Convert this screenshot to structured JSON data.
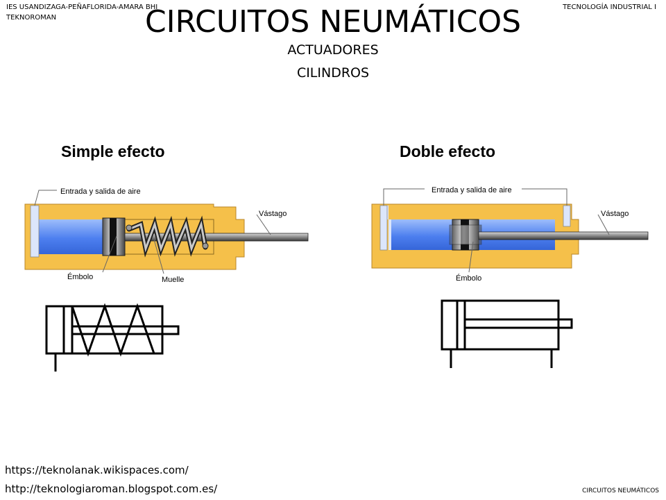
{
  "header": {
    "school_line1": "IES USANDIZAGA-PEÑAFLORIDA-AMARA BHI",
    "school_line2": "TEKNOROMAN",
    "subject": "TECNOLOGÍA INDUSTRIAL I"
  },
  "title": "CIRCUITOS NEUMÁTICOS",
  "subtitle1": "ACTUADORES",
  "subtitle2": "CILINDROS",
  "single_acting": {
    "heading": "Simple efecto",
    "label_air": "Entrada y salida de aire",
    "label_rod": "Vástago",
    "label_piston": "Émbolo",
    "label_spring": "Muelle"
  },
  "double_acting": {
    "heading": "Doble efecto",
    "label_air": "Entrada y salida de aire",
    "label_rod": "Vástago",
    "label_piston": "Émbolo"
  },
  "links": {
    "url1": "https://teknolanak.wikispaces.com/",
    "url2": "http://teknologiaroman.blogspot.com.es/"
  },
  "footer": "CIRCUITOS NEUMÁTICOS",
  "colors": {
    "body_fill": "#F5C04A",
    "air_fill": "#5E8FF0",
    "rod_fill": "#8A8A8A"
  }
}
